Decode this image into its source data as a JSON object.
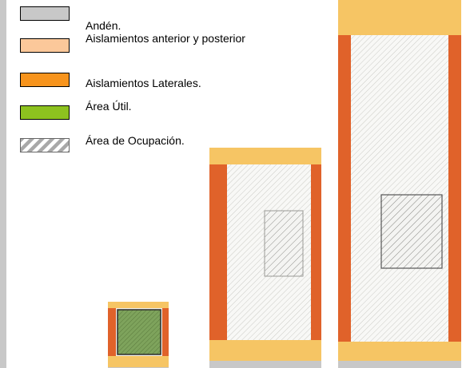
{
  "legend": [
    {
      "key": "anden",
      "label": "Andén.",
      "color": "#c8c8c8",
      "pattern": "solid"
    },
    {
      "key": "aisl_ant_post",
      "label": "Aislamientos anterior y posterior",
      "color": "#fbc89a",
      "pattern": "solid"
    },
    {
      "key": "aisl_lat",
      "label": "Aislamientos Laterales.",
      "color": "#f7941d",
      "pattern": "solid"
    },
    {
      "key": "area_util",
      "label": "Área Útil.",
      "color": "#8dc21f",
      "pattern": "solid"
    },
    {
      "key": "area_ocup",
      "label": "Área de Ocupación.",
      "color": "#b0b0b0",
      "pattern": "hatch"
    }
  ],
  "colors": {
    "anden": "#c8c8c8",
    "aisl_ant_post": "#f6c564",
    "aisl_lat": "#e0622a",
    "area_util_bg": "#f8f8f6",
    "hatch": "#c4c4c0",
    "ocup_green": "#7da05a",
    "ocup_stroke": "#4a4a4a"
  }
}
